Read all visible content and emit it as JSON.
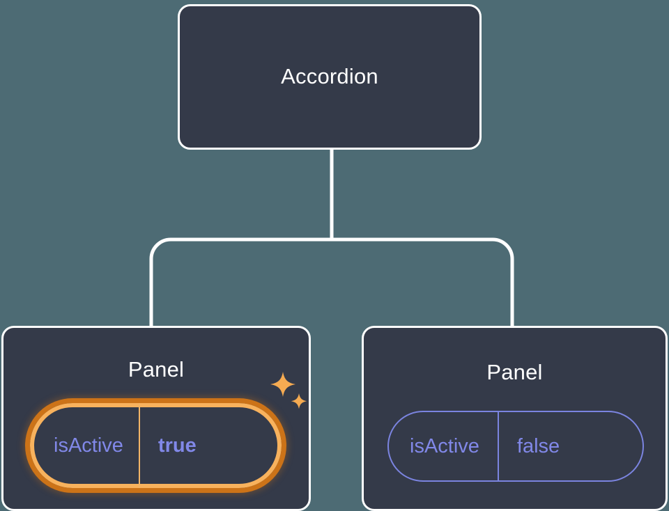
{
  "diagram": {
    "type": "component-tree",
    "background_color": "#4d6b74",
    "node_fill_color": "#343a49",
    "node_border_color": "#ffffff",
    "connector_color": "#ffffff",
    "highlight_color": "#cc7318",
    "highlight_inner_color": "#f8b25d",
    "prop_text_color": "#8188e8",
    "prop_border_color": "#7b84e0",
    "sparkle_color": "#f5ab52"
  },
  "root": {
    "title": "Accordion"
  },
  "children": [
    {
      "title": "Panel",
      "prop": {
        "name": "isActive",
        "value": "true",
        "highlighted": true,
        "value_bold": true
      },
      "sparkle_icons": [
        "sparkle-large-icon",
        "sparkle-small-icon"
      ]
    },
    {
      "title": "Panel",
      "prop": {
        "name": "isActive",
        "value": "false",
        "highlighted": false,
        "value_bold": false
      },
      "sparkle_icons": []
    }
  ]
}
